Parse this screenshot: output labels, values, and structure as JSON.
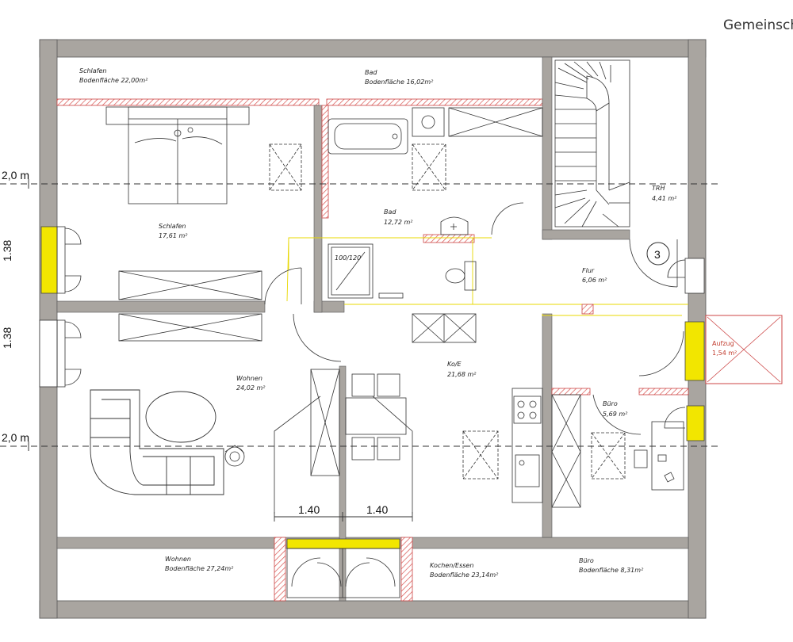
{
  "header": {
    "title_fragment": "Gemeinsch"
  },
  "dims": {
    "height_upper": "2,0 m",
    "height_lower": "2,0 m",
    "side_upper": "1.38",
    "side_lower": "1.38",
    "width_left": "1.40",
    "width_right": "1.40"
  },
  "rooms": {
    "schlafen_floor_name": "Schlafen",
    "schlafen_floor_area": "Bodenfläche 22,00m²",
    "bad_floor_name": "Bad",
    "bad_floor_area": "Bodenfläche 16,02m²",
    "schlafen_name": "Schlafen",
    "schlafen_area": "17,61 m²",
    "bad_name": "Bad",
    "bad_area": "12,72 m²",
    "trh_name": "TRH",
    "trh_area": "4,41 m²",
    "flur_name": "Flur",
    "flur_area": "6,06 m²",
    "wohnen_name": "Wohnen",
    "wohnen_area": "24,02 m²",
    "koe_name": "Ko/E",
    "koe_area": "21,68 m²",
    "buero_name": "Büro",
    "buero_area": "5,69 m²",
    "aufzug_name": "Aufzug",
    "aufzug_area": "1,54 m²",
    "wohnen_floor_name": "Wohnen",
    "wohnen_floor_area": "Bodenfläche 27,24m²",
    "kochen_floor_name": "Kochen/Essen",
    "kochen_floor_area": "Bodenfläche 23,14m²",
    "buero_floor_name": "Büro",
    "buero_floor_area": "Bodenfläche 8,31m²"
  },
  "fixtures": {
    "shower_label": "100/120",
    "stair_number": "3"
  },
  "colors": {
    "wall": "#a9a5a0",
    "window": "#f2e600",
    "hatch": "#d9534f",
    "guide": "#f2e600"
  }
}
